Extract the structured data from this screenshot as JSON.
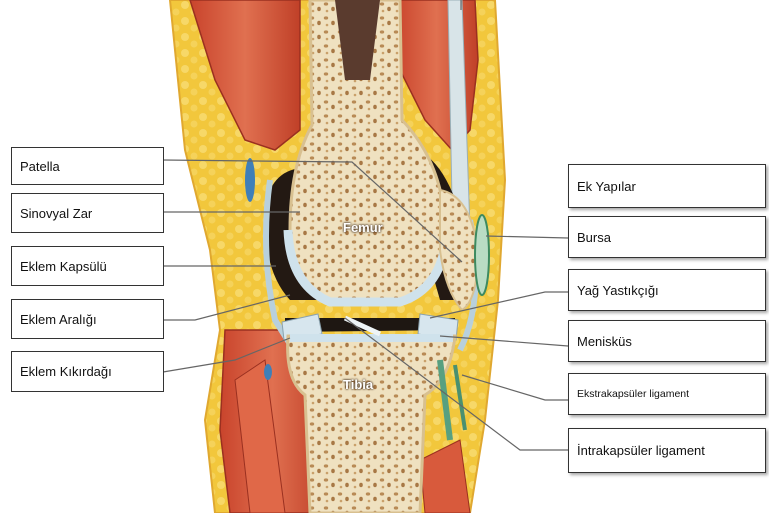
{
  "left_labels": [
    {
      "id": "patella",
      "text": "Patella"
    },
    {
      "id": "sinovyal-zar",
      "text": "Sinovyal Zar"
    },
    {
      "id": "eklem-kapsulu",
      "text": "Eklem Kapsülü"
    },
    {
      "id": "eklem-araligi",
      "text": "Eklem Aralığı"
    },
    {
      "id": "eklem-kikirdagi",
      "text": "Eklem Kıkırdağı"
    }
  ],
  "right_labels": [
    {
      "id": "ek-yapilar",
      "text": "Ek Yapılar"
    },
    {
      "id": "bursa",
      "text": "Bursa"
    },
    {
      "id": "yag-yastikcigi",
      "text": "Yağ Yastıkçığı"
    },
    {
      "id": "menisküs",
      "text": "Menisküs"
    },
    {
      "id": "ekstrakapsuler-ligament",
      "text": "Ekstrakapsüler ligament"
    },
    {
      "id": "intrakapsuler-ligament",
      "text": "İntrakapsüler ligament"
    }
  ],
  "bone_labels": {
    "femur": "Femur",
    "tibia": "Tibia"
  },
  "colors": {
    "bone": "#efe1c0",
    "marrow": "#c89a5e",
    "cartilage": "#cfe2ec",
    "muscle": "#d4583a",
    "fat": "#f1c33a",
    "synovial": "#231913",
    "label_border": "#333333"
  }
}
